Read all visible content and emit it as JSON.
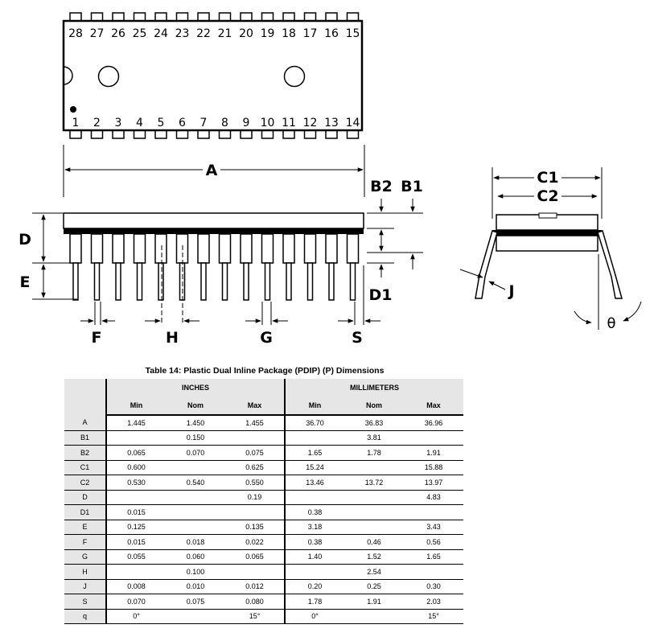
{
  "top_view": {
    "top_pins": [
      "28",
      "27",
      "26",
      "25",
      "24",
      "23",
      "22",
      "21",
      "20",
      "19",
      "18",
      "17",
      "16",
      "15"
    ],
    "bottom_pins": [
      "1",
      "2",
      "3",
      "4",
      "5",
      "6",
      "7",
      "8",
      "9",
      "10",
      "11",
      "12",
      "13",
      "14"
    ]
  },
  "dimension_labels": {
    "A": "A",
    "B2": "B2",
    "B1": "B1",
    "D": "D",
    "E": "E",
    "D1": "D1",
    "F": "F",
    "H": "H",
    "G": "G",
    "S": "S",
    "C1": "C1",
    "C2": "C2",
    "J": "J",
    "theta": "θ"
  },
  "table": {
    "title": "Table 14: Plastic Dual Inline Package (PDIP) (P) Dimensions",
    "groups": [
      "INCHES",
      "MILLIMETERS"
    ],
    "subheaders": [
      "Min",
      "Nom",
      "Max",
      "Min",
      "Nom",
      "Max"
    ],
    "rows": [
      {
        "sym": "A",
        "v": [
          "1.445",
          "1.450",
          "1.455",
          "36.70",
          "36.83",
          "36.96"
        ]
      },
      {
        "sym": "B1",
        "v": [
          "",
          "0.150",
          "",
          "",
          "3.81",
          ""
        ]
      },
      {
        "sym": "B2",
        "v": [
          "0.065",
          "0.070",
          "0.075",
          "1.65",
          "1.78",
          "1.91"
        ]
      },
      {
        "sym": "C1",
        "v": [
          "0.600",
          "",
          "0.625",
          "15.24",
          "",
          "15.88"
        ]
      },
      {
        "sym": "C2",
        "v": [
          "0.530",
          "0.540",
          "0.550",
          "13.46",
          "13.72",
          "13.97"
        ]
      },
      {
        "sym": "D",
        "v": [
          "",
          "",
          "0.19",
          "",
          "",
          "4.83"
        ]
      },
      {
        "sym": "D1",
        "v": [
          "0.015",
          "",
          "",
          "0.38",
          "",
          ""
        ]
      },
      {
        "sym": "E",
        "v": [
          "0.125",
          "",
          "0.135",
          "3.18",
          "",
          "3.43"
        ]
      },
      {
        "sym": "F",
        "v": [
          "0.015",
          "0.018",
          "0.022",
          "0.38",
          "0.46",
          "0.56"
        ]
      },
      {
        "sym": "G",
        "v": [
          "0.055",
          "0.060",
          "0.065",
          "1.40",
          "1.52",
          "1.65"
        ]
      },
      {
        "sym": "H",
        "v": [
          "",
          "0.100",
          "",
          "",
          "2.54",
          ""
        ]
      },
      {
        "sym": "J",
        "v": [
          "0.008",
          "0.010",
          "0.012",
          "0.20",
          "0.25",
          "0.30"
        ]
      },
      {
        "sym": "S",
        "v": [
          "0.070",
          "0.075",
          "0.080",
          "1.78",
          "1.91",
          "2.03"
        ]
      },
      {
        "sym": "q",
        "v": [
          "0°",
          "",
          "15°",
          "0°",
          "",
          "15°"
        ]
      }
    ]
  }
}
